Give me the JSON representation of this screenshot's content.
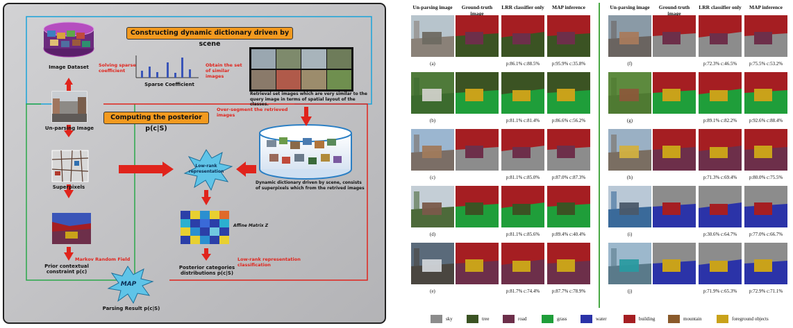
{
  "diagram": {
    "banner_top": "Constructing dynamic dictionary driven by scene",
    "banner_mid": "Computing the posterior p(c|S)",
    "image_dataset": "Image Dataset",
    "solving_sparse": "Solving sparse coefficient",
    "obtain_set": "Obtain the set of similar images",
    "sparse_coefficient": "Sparse Coefficient",
    "retrieval_text": "Retrieval set images which are very similar to the query image in terms of spatial layout of the classes.",
    "unparsing_image": "Un-parsing Image",
    "over_segment": "Over-segment the retrieved images",
    "superpixels": "Superpixels",
    "low_rank": "Low-rank representation",
    "dynamic_dict_text": "Dynamic dictionary driven by scene, consists of superpixels which from the retrived images",
    "affine_matrix": "Affine Matrix Z",
    "mrf": "Markov Random Field",
    "low_rank_class": "Low-rank representation classification",
    "prior_constraint": "Prior contextual constraint p(c)",
    "posterior_dist": "Posterior categories distributions p(c|S)",
    "map": "MAP",
    "parsing_result": "Parsing Result p(c|S)"
  },
  "figure": {
    "column_headers": [
      "Un-parsing image",
      "Ground-truth image",
      "LRR classifier only",
      "MAP inference"
    ],
    "left_rows": [
      {
        "label": "(a)",
        "lrr": "p:86.1% c:88.5%",
        "map": "p:95.9% c:35.8%"
      },
      {
        "label": "(b)",
        "lrr": "p:81.1% c:81.4%",
        "map": "p:86.6% c:56.2%"
      },
      {
        "label": "(c)",
        "lrr": "p:81.1% c:85.0%",
        "map": "p:87.0% c:87.3%"
      },
      {
        "label": "(d)",
        "lrr": "p:81.1% c:85.6%",
        "map": "p:89.4% c:40.4%"
      },
      {
        "label": "(e)",
        "lrr": "p:81.7% c:74.4%",
        "map": "p:87.7% c:78.9%"
      }
    ],
    "right_rows": [
      {
        "label": "(f)",
        "lrr": "p:72.3% c:46.5%",
        "map": "p:75.5% c:53.2%"
      },
      {
        "label": "(g)",
        "lrr": "p:89.1% c:82.2%",
        "map": "p:92.6% c:88.4%"
      },
      {
        "label": "(h)",
        "lrr": "p:71.3% c:69.4%",
        "map": "p:80.0% c:75.5%"
      },
      {
        "label": "(i)",
        "lrr": "p:30.6% c:64.7%",
        "map": "p:77.0% c:66.7%"
      },
      {
        "label": "(j)",
        "lrr": "p:71.9% c:65.3%",
        "map": "p:72.9% c:71.1%"
      }
    ],
    "legend": [
      {
        "name": "sky",
        "color": "#8c8c8c"
      },
      {
        "name": "tree",
        "color": "#3b5323"
      },
      {
        "name": "road",
        "color": "#6d2f4a"
      },
      {
        "name": "grass",
        "color": "#1f9e3a"
      },
      {
        "name": "water",
        "color": "#2b33a8"
      },
      {
        "name": "building",
        "color": "#a51e22"
      },
      {
        "name": "mountain",
        "color": "#8a5a2b"
      },
      {
        "name": "foreground objects",
        "color": "#c9a21a"
      }
    ]
  }
}
